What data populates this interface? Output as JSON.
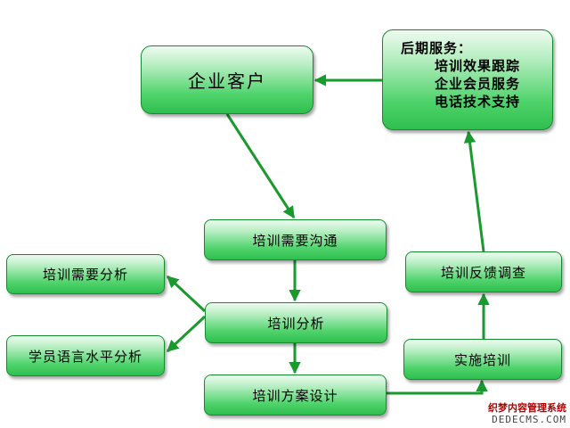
{
  "nodes": {
    "client": "企业客户",
    "service_title": "后期服务：",
    "service_items": [
      "培训效果跟踪",
      "企业会员服务",
      "电话技术支持"
    ],
    "needs_communication": "培训需要沟通",
    "needs_analysis": "培训需要分析",
    "training_analysis": "培训分析",
    "language_analysis": "学员语言水平分析",
    "plan_design": "培训方案设计",
    "feedback_survey": "培训反馈调查",
    "implementation": "实施培训"
  },
  "watermark": {
    "line1": "织梦内容管理系统",
    "line2": "DEDECMS.COM"
  },
  "colors": {
    "node_fill": "#3fcc5e",
    "node_border": "#178a2e",
    "arrow": "#1a9a2e"
  }
}
